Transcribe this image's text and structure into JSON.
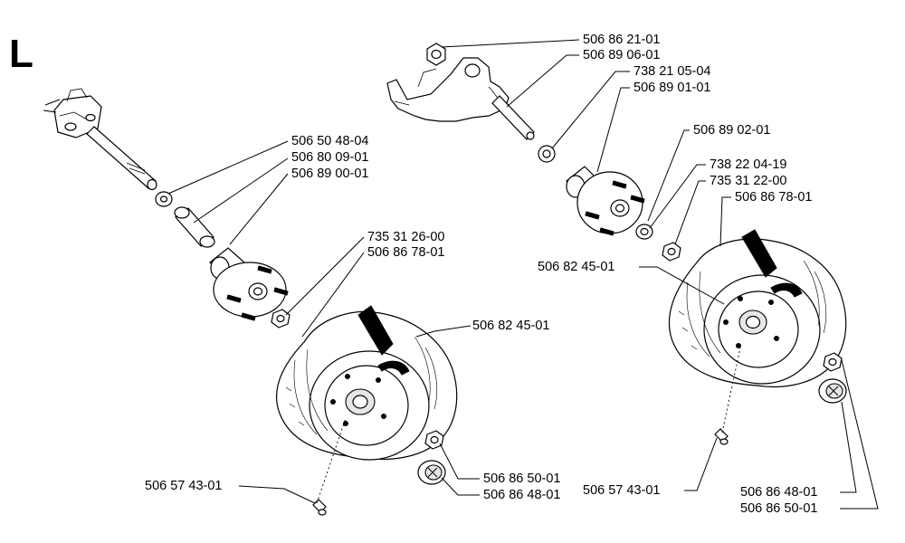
{
  "section_letter": "L",
  "labels": {
    "l01": "506 50 48-04",
    "l02": "506 80 09-01",
    "l03": "506 89 00-01",
    "l04": "735 31 26-00",
    "l05": "506 86 78-01",
    "l06": "506 82 45-01",
    "l07": "506 86 50-01",
    "l08": "506 86 48-01",
    "l09": "506 57 43-01",
    "r01": "506 86 21-01",
    "r02": "506 89 06-01",
    "r03": "738 21 05-04",
    "r04": "506 89 01-01",
    "r05": "506 89 02-01",
    "r06": "738 22 04-19",
    "r07": "735 31 22-00",
    "r08": "506 86 78-01",
    "r09": "506 82 45-01",
    "r10": "506 57 43-01",
    "r11": "506 86 48-01",
    "r12": "506 86 50-01"
  }
}
